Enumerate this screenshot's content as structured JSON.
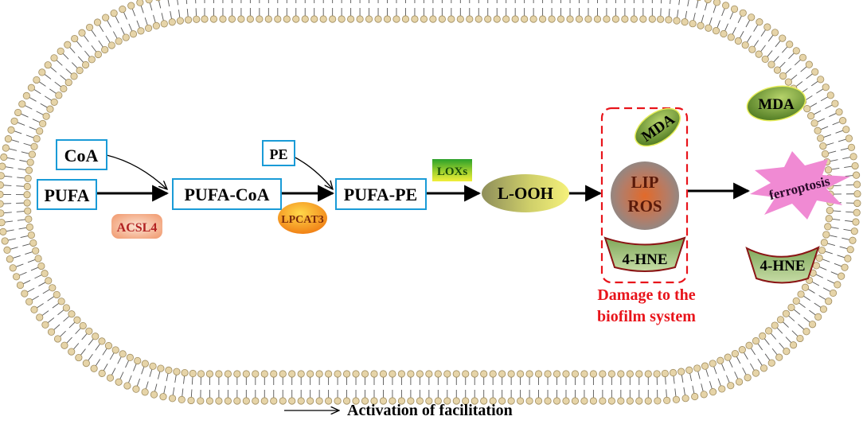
{
  "nodes": {
    "coa": "CoA",
    "pufa": "PUFA",
    "acsl4": "ACSL4",
    "pe": "PE",
    "pufa_coa": "PUFA-CoA",
    "lpcat3": "LPCAT3",
    "pufa_pe": "PUFA-PE",
    "loxs": "LOXs",
    "l_ooh": "L-OOH",
    "mda_inner": "MDA",
    "lip": "LIP",
    "ros": "ROS",
    "hne_inner": "4-HNE",
    "damage_line1": "Damage to the",
    "damage_line2": "biofilm system",
    "mda_outer": "MDA",
    "ferroptosis": "ferroptosis",
    "hne_outer": "4-HNE"
  },
  "legend": {
    "label": "Activation of facilitation"
  },
  "colors": {
    "box_border": "#1a9bd7",
    "damage_red": "#e8141b",
    "lipid_head": "#e6d4a8",
    "lipid_stroke": "#a08d60",
    "ferroptosis_pink": "#f08ad3"
  }
}
